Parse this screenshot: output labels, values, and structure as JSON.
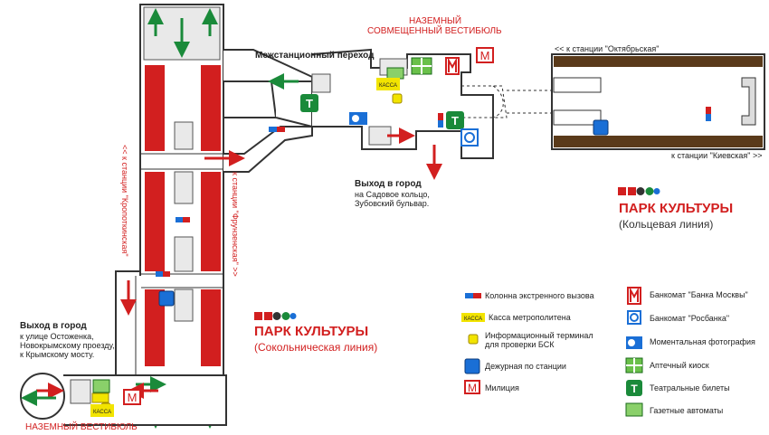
{
  "labels": {
    "ground_combined_1": "НАЗЕМНЫЙ",
    "ground_combined_2": "СОВМЕЩЕННЫЙ ВЕСТИБЮЛЬ",
    "transfer": "Межстанционный переход",
    "to_oktyabrskaya": "<< к станции \"Октябрьская\"",
    "to_kievskaya": "к станции \"Киевская\" >>",
    "to_kropotkinskaya": "<< к станции \"Кропоткинская\"",
    "to_frunzenskaya": "к станции \"Фрунзенская\" >>",
    "exit_city_right_title": "Выход в город",
    "exit_city_right_1": "на Садовое кольцо,",
    "exit_city_right_2": "Зубовский бульвар.",
    "exit_city_left_title": "Выход в город",
    "exit_city_left_1": "к улице Остоженка,",
    "exit_city_left_2": "Новокрымскому проезду,",
    "exit_city_left_3": "к Крымскому мосту.",
    "ground_vestibule": "НАЗЕМНЫЙ ВЕСТИБЮЛЬ",
    "kassa": "КАССА",
    "M": "М",
    "T": "Т"
  },
  "stations": {
    "ring": {
      "name": "ПАРК КУЛЬТУРЫ",
      "line": "(Кольцевая линия)"
    },
    "sokol": {
      "name": "ПАРК КУЛЬТУРЫ",
      "line": "(Сокольническая линия)"
    }
  },
  "legend": {
    "left": [
      {
        "icon": "emergency-call-column-icon",
        "label": "Колонна экстренного вызова"
      },
      {
        "icon": "ticket-office-icon",
        "label": "Касса метрополитена"
      },
      {
        "icon": "info-terminal-icon",
        "label": "Информационный терминал\nдля проверки БСК"
      },
      {
        "icon": "station-duty-icon",
        "label": "Дежурная по станции"
      },
      {
        "icon": "police-icon",
        "label": "Милиция"
      }
    ],
    "right": [
      {
        "icon": "bank-moscow-atm-icon",
        "label": "Банкомат \"Банка Москвы\""
      },
      {
        "icon": "rosbank-atm-icon",
        "label": "Банкомат \"Росбанка\""
      },
      {
        "icon": "photo-booth-icon",
        "label": "Моментальная фотография"
      },
      {
        "icon": "pharmacy-icon",
        "label": "Аптечный киоск"
      },
      {
        "icon": "theatre-tickets-icon",
        "label": "Театральные билеты"
      },
      {
        "icon": "newspaper-machine-icon",
        "label": "Газетные автоматы"
      }
    ]
  },
  "colors": {
    "red": "#d21f1f",
    "green": "#1a8a3a",
    "blue": "#1a6fd6",
    "yellow": "#f2e400",
    "brown": "#5a3a1a",
    "wall": "#cfcfcf"
  }
}
